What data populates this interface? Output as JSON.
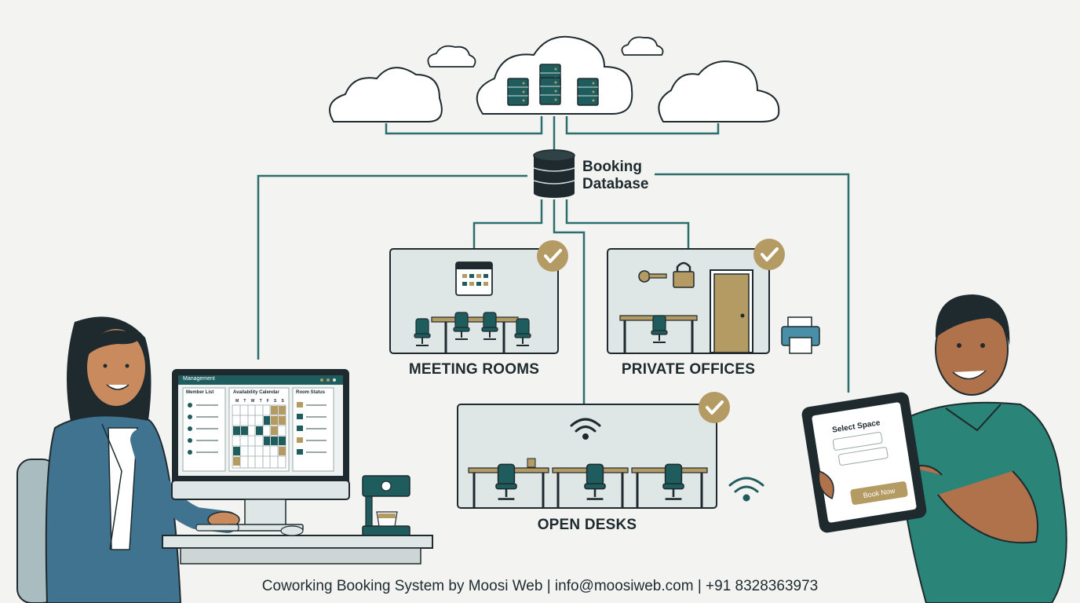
{
  "database": {
    "label_line1": "Booking",
    "label_line2": "Database"
  },
  "spaces": [
    {
      "label": "MEETING ROOMS",
      "status": "available"
    },
    {
      "label": "PRIVATE OFFICES",
      "status": "available"
    },
    {
      "label": "OPEN DESKS",
      "status": "available"
    }
  ],
  "monitor": {
    "title": "Management",
    "panels": [
      "Member List",
      "Availability Calendar",
      "Room Status"
    ],
    "calendar_days": [
      "M",
      "T",
      "W",
      "T",
      "F",
      "S",
      "S"
    ]
  },
  "tablet": {
    "title": "Select Space",
    "button": "Book Now"
  },
  "footer": "Coworking Booking System by Moosi Web | info@moosiweb.com | +91 8328363973",
  "colors": {
    "teal": "#1f5c5e",
    "gold": "#b49a63",
    "line": "#2b6e6c",
    "ink": "#1e2a2e"
  }
}
